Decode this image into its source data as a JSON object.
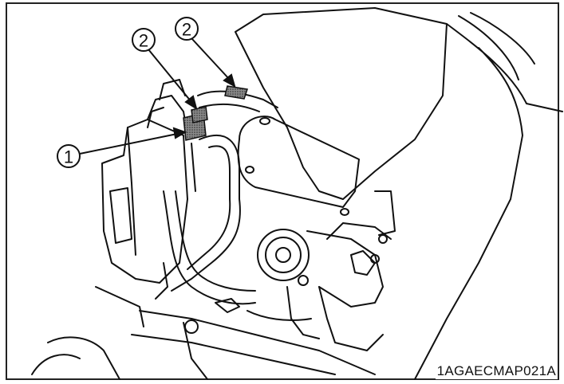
{
  "figure": {
    "code": "1AGAECMAP021A",
    "colors": {
      "line": "#111111",
      "background": "#ffffff",
      "hatch": "#555555"
    }
  },
  "callouts": [
    {
      "number": "1",
      "target": "hose-clamp-lower"
    },
    {
      "number": "2",
      "target": "hose-clamp-mid"
    },
    {
      "number": "2",
      "target": "hose-clamp-upper"
    }
  ]
}
